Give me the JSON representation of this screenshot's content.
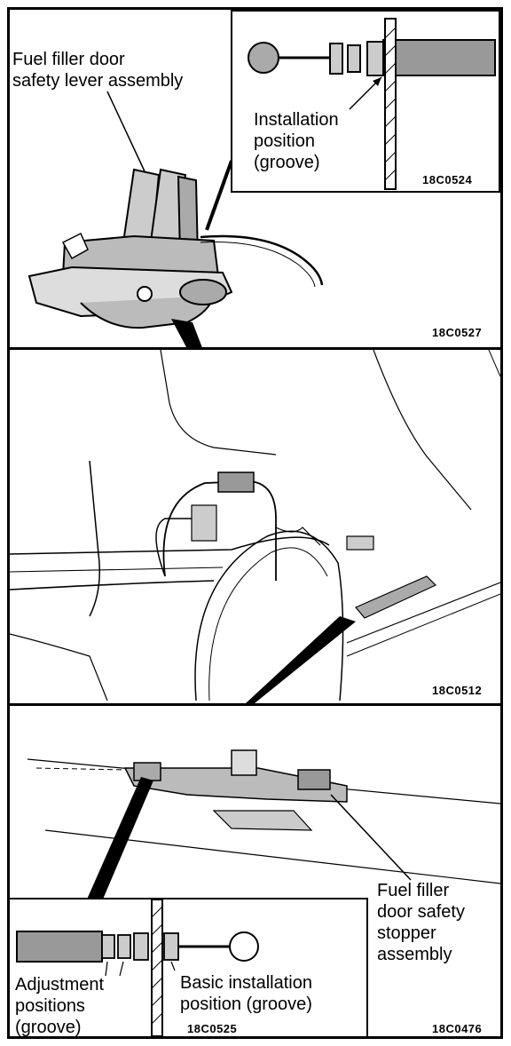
{
  "panel1": {
    "label_lever": "Fuel filler door\nsafety lever assembly",
    "inset_label": "Installation\nposition\n(groove)",
    "inset_code": "18C0524",
    "code": "18C0527"
  },
  "panel2": {
    "code": "18C0512"
  },
  "panel3": {
    "label_stopper": "Fuel filler\ndoor safety\nstopper\nassembly",
    "label_adjust": "Adjustment\npositions\n(groove)",
    "label_basic": "Basic installation\nposition (groove)",
    "inset_code": "18C0525",
    "code": "18C0476"
  }
}
